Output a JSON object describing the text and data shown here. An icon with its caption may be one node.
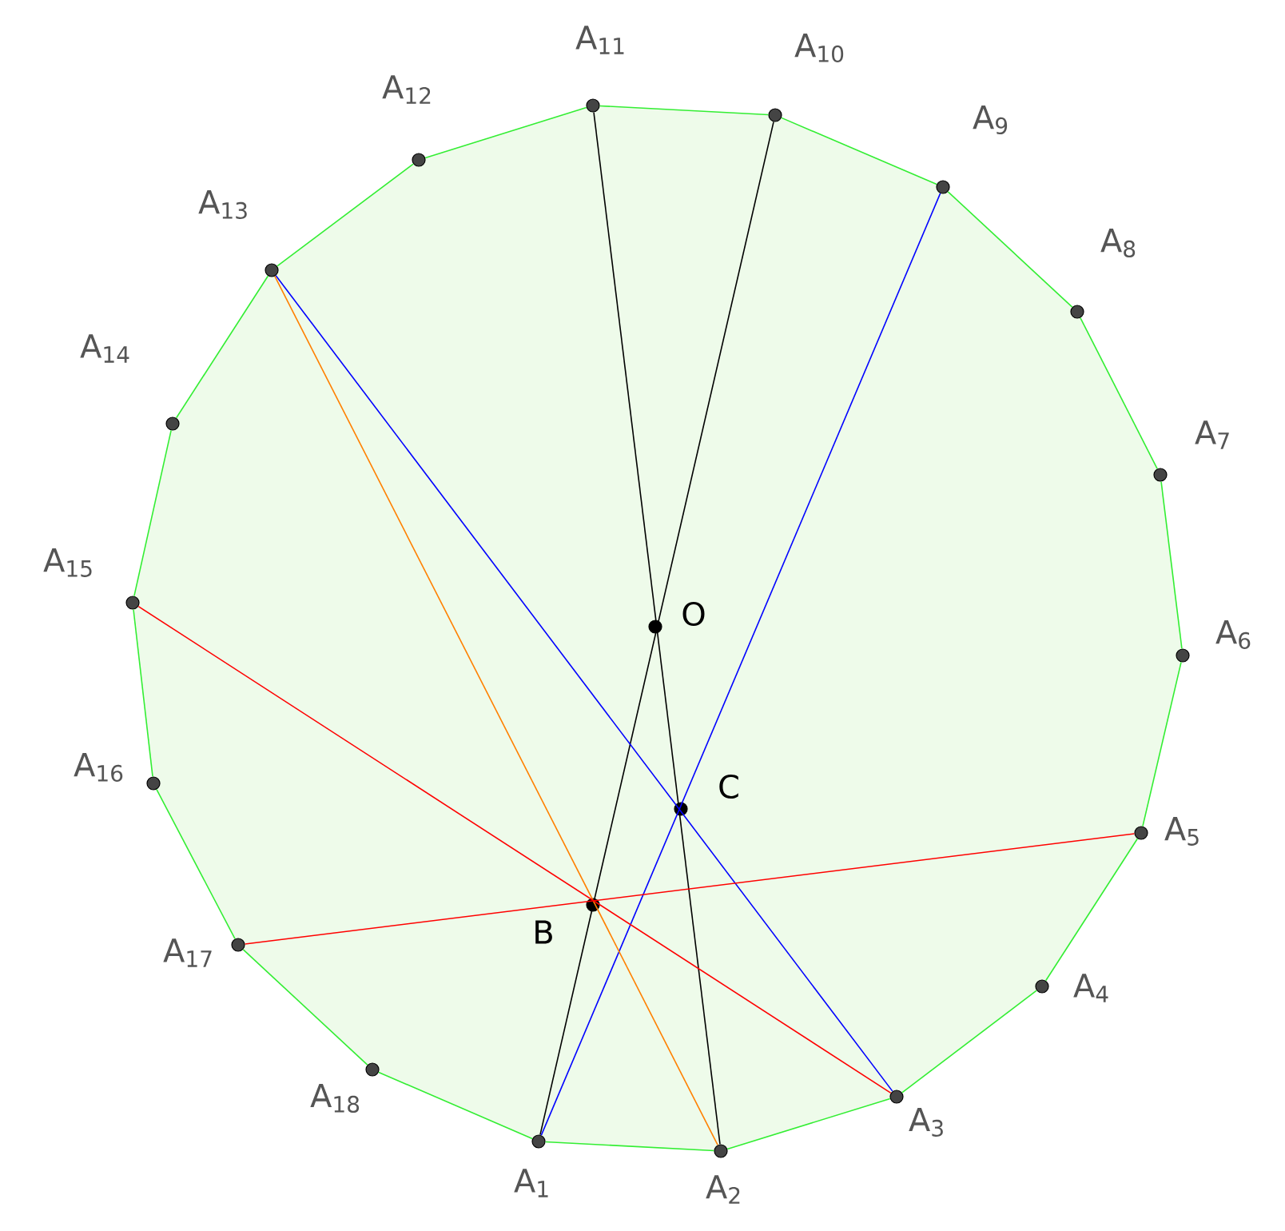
{
  "diagram": {
    "nodes": [
      {
        "text": [],
        "shape": "circle",
        "beside": [
          "A$_{1}$"
        ]
      },
      {
        "text": [],
        "shape": "circle",
        "beside": [
          "A$_{2}$"
        ]
      },
      {
        "text": [],
        "shape": "circle",
        "beside": [
          "A$_{3}$"
        ]
      },
      {
        "text": [],
        "shape": "circle",
        "beside": [
          "A$_{4}$"
        ]
      },
      {
        "text": [],
        "shape": "circle",
        "beside": [
          "A$_{5}$"
        ]
      },
      {
        "text": [],
        "shape": "circle",
        "beside": [
          "A$_{6}$"
        ]
      },
      {
        "text": [],
        "shape": "circle",
        "beside": [
          "A$_{7}$"
        ]
      },
      {
        "text": [],
        "shape": "circle",
        "beside": [
          "A$_{8}$"
        ]
      },
      {
        "text": [],
        "shape": "circle",
        "beside": [
          "A$_{9}$"
        ]
      },
      {
        "text": [],
        "shape": "circle",
        "beside": [
          "A$_{10}$"
        ]
      },
      {
        "text": [],
        "shape": "circle",
        "beside": [
          "A$_{11}$"
        ]
      },
      {
        "text": [],
        "shape": "circle",
        "beside": [
          "A$_{12}$"
        ]
      },
      {
        "text": [],
        "shape": "circle",
        "beside": [
          "A$_{13}$"
        ]
      },
      {
        "text": [],
        "shape": "circle",
        "beside": [
          "A$_{14}$"
        ]
      },
      {
        "text": [],
        "shape": "circle",
        "beside": [
          "A$_{15}$"
        ]
      },
      {
        "text": [],
        "shape": "circle",
        "beside": [
          "A$_{16}$"
        ]
      },
      {
        "text": [],
        "shape": "circle",
        "beside": [
          "A$_{17}$"
        ]
      },
      {
        "text": [],
        "shape": "circle",
        "beside": [
          "A$_{18}$"
        ]
      },
      {
        "text": [],
        "shape": "circle",
        "beside": [
          "O"
        ]
      },
      {
        "text": [],
        "shape": "circle",
        "beside": [
          "B"
        ]
      },
      {
        "text": [],
        "shape": "circle",
        "beside": [
          "C"
        ]
      }
    ],
    "edges": [
      {
        "from": 0,
        "to": 1,
        "arrow": "none"
      },
      {
        "from": 1,
        "to": 2,
        "arrow": "none"
      },
      {
        "from": 2,
        "to": 3,
        "arrow": "none"
      },
      {
        "from": 3,
        "to": 4,
        "arrow": "none"
      },
      {
        "from": 4,
        "to": 5,
        "arrow": "none"
      },
      {
        "from": 5,
        "to": 6,
        "arrow": "none"
      },
      {
        "from": 6,
        "to": 7,
        "arrow": "none"
      },
      {
        "from": 7,
        "to": 8,
        "arrow": "none"
      },
      {
        "from": 8,
        "to": 9,
        "arrow": "none"
      },
      {
        "from": 9,
        "to": 10,
        "arrow": "none"
      },
      {
        "from": 10,
        "to": 11,
        "arrow": "none"
      },
      {
        "from": 11,
        "to": 12,
        "arrow": "none"
      },
      {
        "from": 12,
        "to": 13,
        "arrow": "none"
      },
      {
        "from": 13,
        "to": 14,
        "arrow": "none"
      },
      {
        "from": 14,
        "to": 15,
        "arrow": "none"
      },
      {
        "from": 15,
        "to": 16,
        "arrow": "none"
      },
      {
        "from": 16,
        "to": 17,
        "arrow": "none"
      },
      {
        "from": 17,
        "to": 0,
        "arrow": "none"
      },
      {
        "from": 10,
        "to": 1,
        "arrow": "none",
        "color": "#000000"
      },
      {
        "from": 9,
        "to": 0,
        "arrow": "none",
        "color": "#000000"
      },
      {
        "from": 8,
        "to": 0,
        "arrow": "none",
        "color": "#0000ff"
      },
      {
        "from": 12,
        "to": 2,
        "arrow": "none",
        "color": "#0000ff"
      },
      {
        "from": 12,
        "to": 1,
        "arrow": "none",
        "color": "#ff8000"
      },
      {
        "from": 14,
        "to": 2,
        "arrow": "none",
        "color": "#ff0000"
      },
      {
        "from": 16,
        "to": 4,
        "arrow": "none",
        "color": "#ff0000"
      }
    ]
  }
}
